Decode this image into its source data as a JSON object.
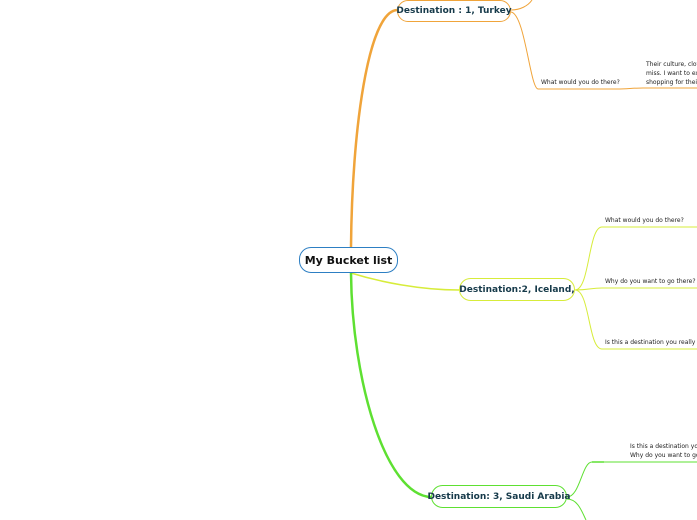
{
  "root": {
    "label": "My Bucket list"
  },
  "destinations": [
    {
      "label": "Destination : 1, Turkey",
      "color": "#f0a43a",
      "questions": [
        {
          "label": "What would you do there?",
          "answer_lines": [
            "Their culture, cloth",
            "miss. I want to exp",
            "shopping for their"
          ]
        }
      ]
    },
    {
      "label": "Destination:2, Iceland,",
      "color": "#d7ec3a",
      "questions": [
        {
          "label": "What would you do there?"
        },
        {
          "label": "Why do you want to go there?"
        },
        {
          "label": "Is this a destination you really wa"
        }
      ]
    },
    {
      "label": "Destination: 3, Saudi Arabia",
      "color": "#5ee032",
      "questions": [
        {
          "label": "Is this a destination you"
        },
        {
          "label": "Why do you want to go th"
        }
      ]
    }
  ],
  "colors": {
    "root_border": "#2d7fc3"
  }
}
